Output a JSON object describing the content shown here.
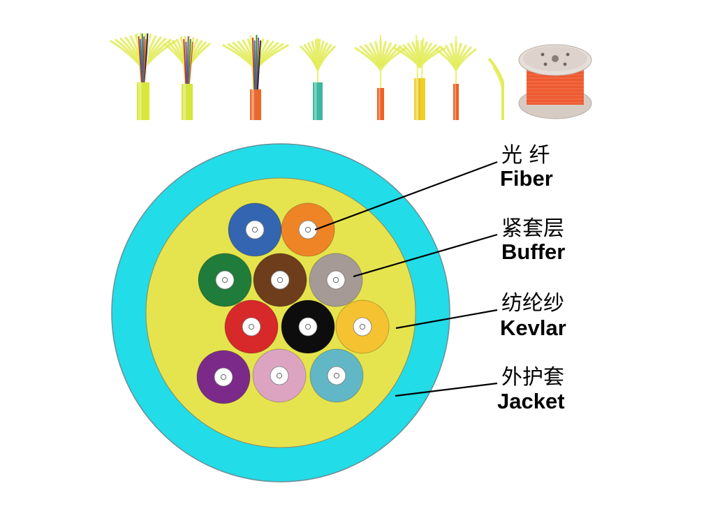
{
  "photos": [
    {
      "name": "cable-12-fiber-yellow",
      "jacket_color": "#d8e83a",
      "fiber_colors": [
        "#e8f060",
        "#c83030",
        "#3a64b4",
        "#2e8a3e",
        "#8a3a9a",
        "#d86a2a",
        "#222222",
        "#e8e8e8"
      ]
    },
    {
      "name": "cable-multi-fiber-yellowgreen",
      "jacket_color": "#d6e63c",
      "fiber_colors": [
        "#e8f060",
        "#c83030",
        "#3a64b4",
        "#8a3a9a",
        "#2e8a3e",
        "#d86a2a"
      ]
    },
    {
      "name": "cable-multi-fiber-orange",
      "jacket_color": "#e86a2a",
      "fiber_colors": [
        "#e8f060",
        "#c83030",
        "#3a64b4",
        "#2e8a3e",
        "#8a3a9a",
        "#222222"
      ]
    },
    {
      "name": "cable-simplex-aqua",
      "jacket_color": "#3cb8a0",
      "fiber_colors": [
        "#e8f060"
      ]
    },
    {
      "name": "cable-simplex-orange",
      "jacket_color": "#ec6424",
      "fiber_colors": [
        "#e8f060"
      ]
    },
    {
      "name": "cable-duplex-yellow",
      "jacket_color": "#f0d028",
      "fiber_colors": [
        "#e8f060",
        "#e8f060"
      ]
    },
    {
      "name": "cable-simplex-orange-thin",
      "jacket_color": "#ec6424",
      "fiber_colors": [
        "#e8f060"
      ]
    },
    {
      "name": "cable-bare-yellow",
      "jacket_color": "#e4ec5a",
      "fiber_colors": []
    },
    {
      "name": "cable-reel-orange",
      "jacket_color": "#ee5a30",
      "fiber_colors": []
    }
  ],
  "cross_section": {
    "jacket_color": "#22dce8",
    "kevlar_color": "#e6e44e",
    "core_color": "#ffffff",
    "units": [
      {
        "name": "blue",
        "color": "#3465b0"
      },
      {
        "name": "orange",
        "color": "#ef8426"
      },
      {
        "name": "green",
        "color": "#1f7c3a"
      },
      {
        "name": "brown",
        "color": "#6e3e1c"
      },
      {
        "name": "gray",
        "color": "#a59a96"
      },
      {
        "name": "red",
        "color": "#d7282a"
      },
      {
        "name": "black",
        "color": "#0d0d0d"
      },
      {
        "name": "yellow",
        "color": "#f5c231"
      },
      {
        "name": "violet",
        "color": "#7b2a8a"
      },
      {
        "name": "rose",
        "color": "#dda4c2"
      },
      {
        "name": "aqua",
        "color": "#62b7c7"
      }
    ]
  },
  "labels": {
    "fiber": {
      "cn": "光 纤",
      "en": "Fiber"
    },
    "buffer": {
      "cn": "紧套层",
      "en": "Buffer"
    },
    "kevlar": {
      "cn": "纺纶纱",
      "en": "Kevlar"
    },
    "jacket": {
      "cn": "外护套",
      "en": "Jacket"
    }
  }
}
